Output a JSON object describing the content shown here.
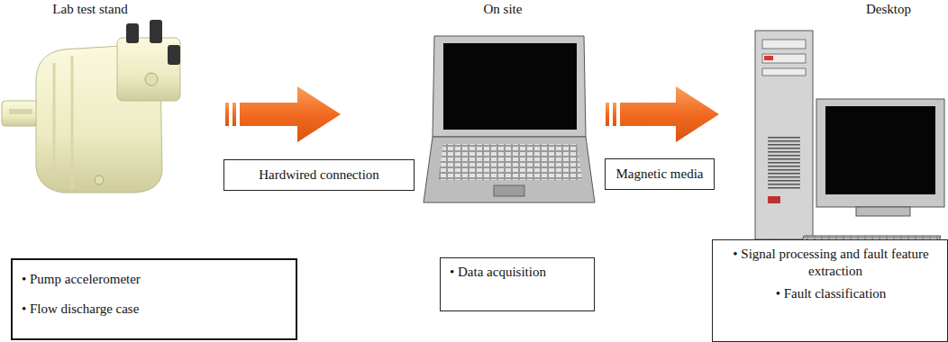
{
  "diagram": {
    "nodes": [
      {
        "text": [
          "Hardwired connection"
        ]
      },
      {
        "text": [
          "Magnetic media"
        ]
      },
      {
        "text": [
          "• Pump accelerometer",
          "• Flow discharge case"
        ]
      },
      {
        "text": [
          "• Data acquisition"
        ]
      },
      {
        "text": [
          "• Signal processing and fault feature extraction",
          "• Fault classification"
        ]
      }
    ],
    "labels": [
      "Lab test stand",
      "On site",
      "Desktop"
    ]
  }
}
